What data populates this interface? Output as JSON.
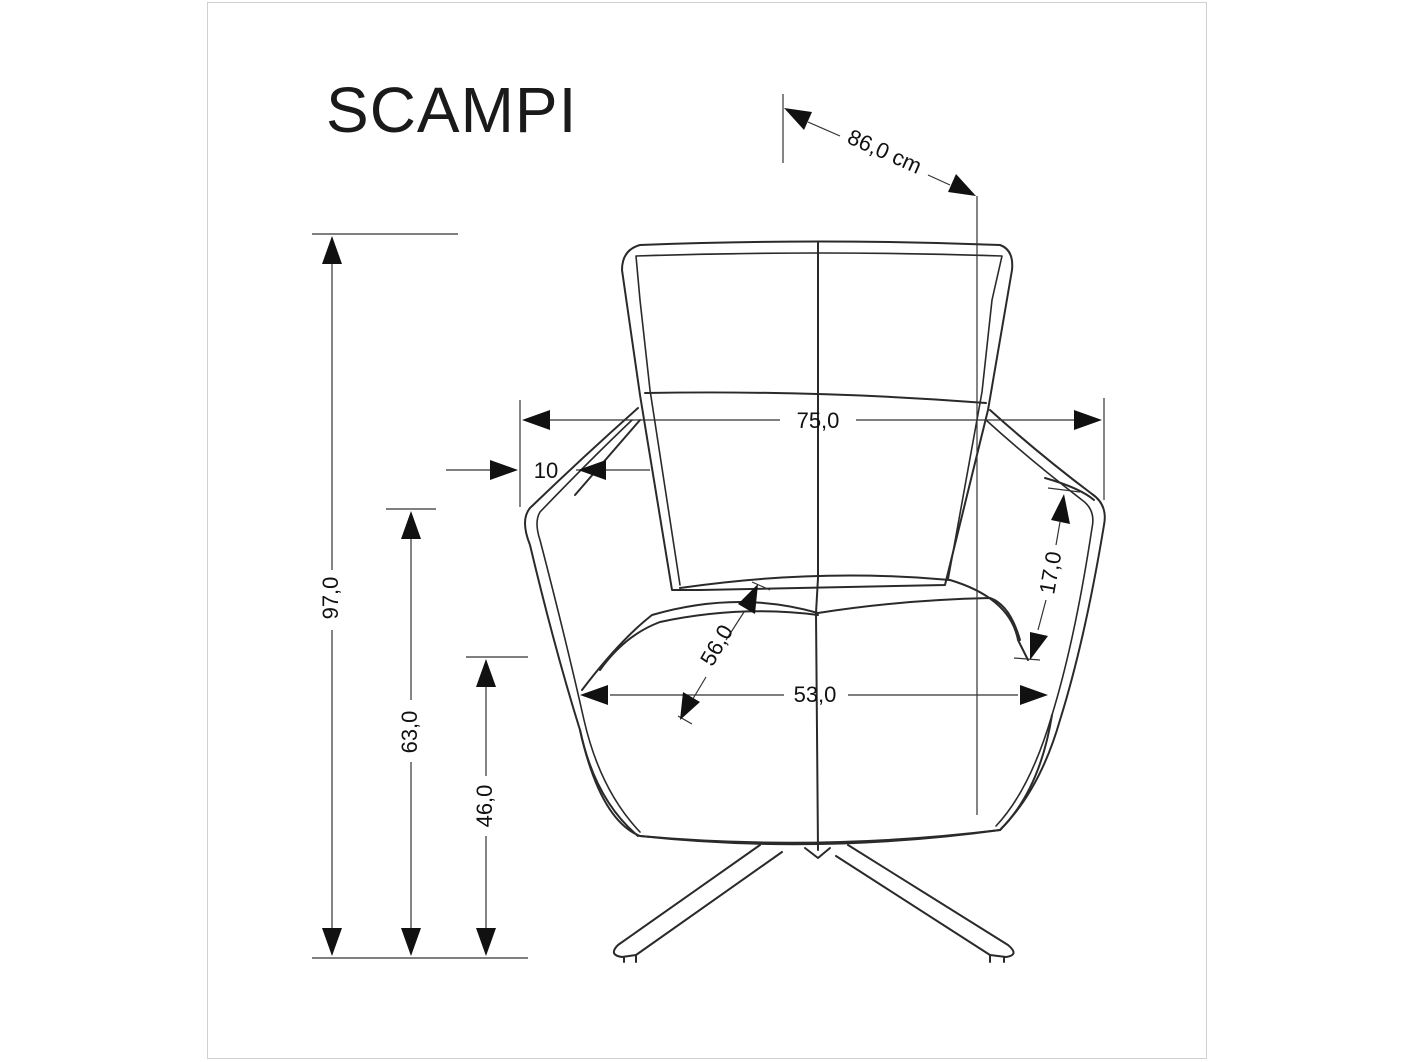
{
  "product": {
    "name": "SCAMPI"
  },
  "dimensions": {
    "depth": "86,0 cm",
    "width": "75,0",
    "armrest_width": "10",
    "seat_width": "53,0",
    "seat_depth": "56,0",
    "armrest_height_above_seat": "17,0",
    "total_height": "97,0",
    "armrest_height": "63,0",
    "seat_height": "46,0"
  },
  "colors": {
    "line": "#111111",
    "outline": "#333333",
    "frame": "#d0d0d0"
  }
}
